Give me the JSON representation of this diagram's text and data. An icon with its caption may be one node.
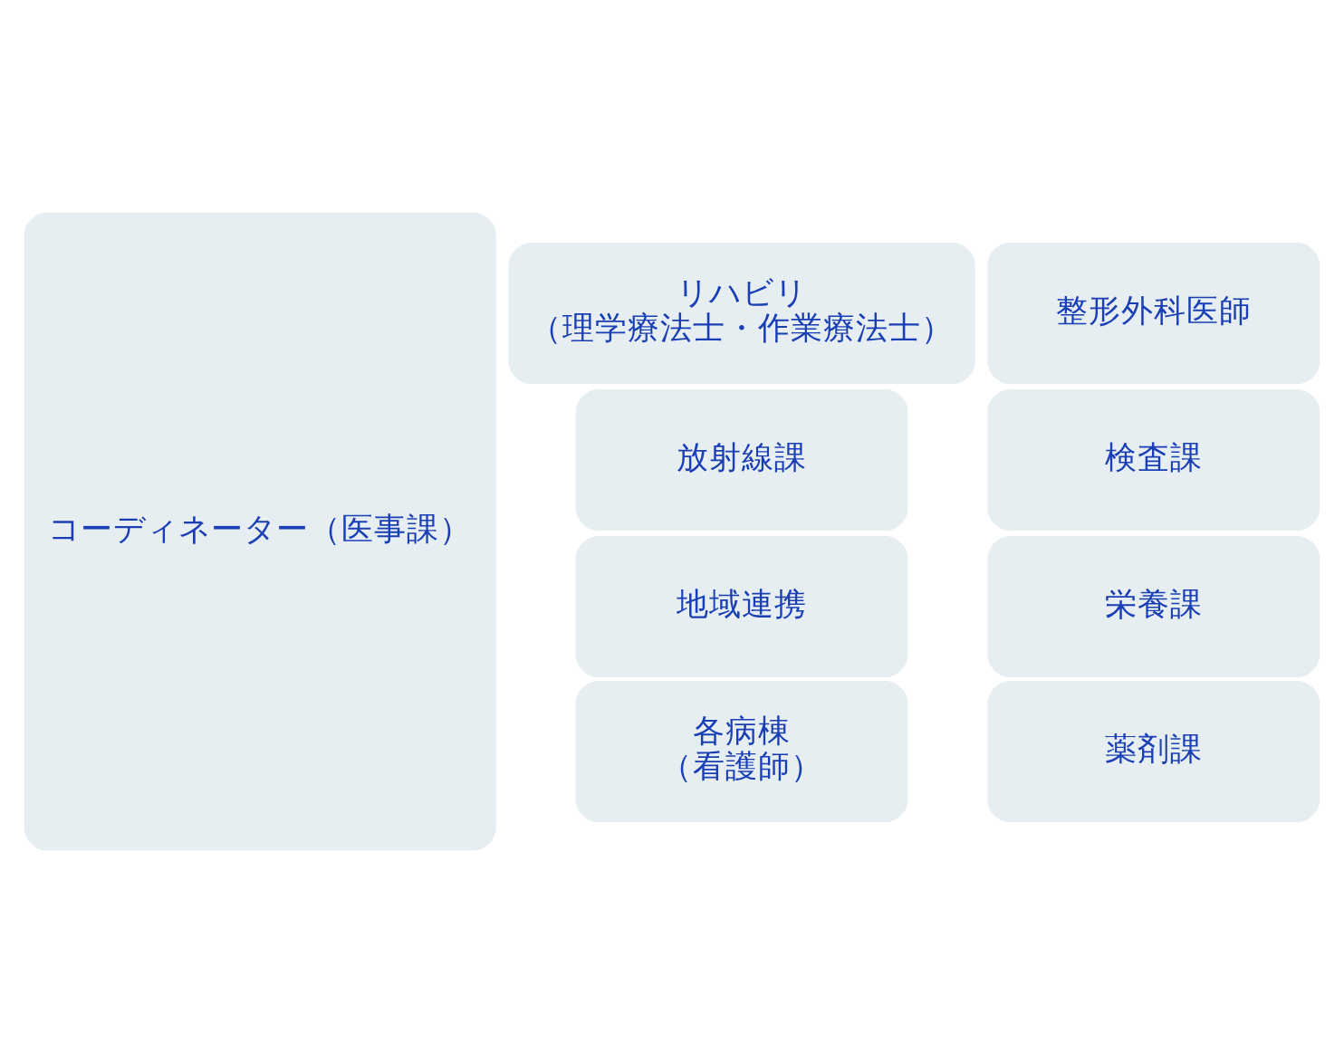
{
  "diagram": {
    "nodes": [
      {
        "text": [
          "整形外科医師"
        ]
      },
      {
        "text": [
          "検査課"
        ]
      },
      {
        "text": [
          "栄養課"
        ]
      },
      {
        "text": [
          "薬剤課"
        ]
      },
      {
        "text": [
          "コーディネーター（医事課）"
        ]
      },
      {
        "text": [
          "放射線課"
        ]
      },
      {
        "text": [
          "地域連携"
        ]
      },
      {
        "text": [
          "各病棟",
          "（看護師）"
        ]
      },
      {
        "text": [
          "リハビリ",
          "（理学療法士・作業療法士）"
        ]
      }
    ],
    "edges": []
  }
}
